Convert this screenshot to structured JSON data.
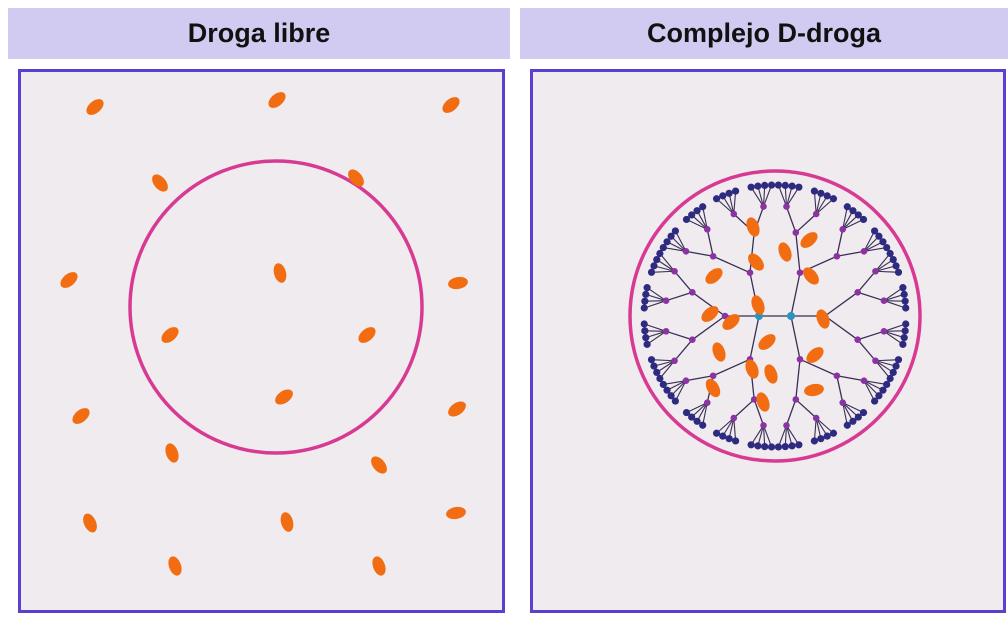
{
  "panels": [
    {
      "title": "Droga libre"
    },
    {
      "title": "Complejo D-droga"
    }
  ],
  "colors": {
    "header_bg": "#d1cbf2",
    "frame": "#5b3fd1",
    "cell_membrane": "#d83a93",
    "drug": "#f26c11",
    "branch_line": "#3a2e55",
    "core_node": "#2a94bf",
    "inner_node": "#8b33a3",
    "surface_node": "#2d2a7f"
  },
  "icons": [
    "drug-molecule",
    "cell-membrane",
    "dendrimer"
  ]
}
